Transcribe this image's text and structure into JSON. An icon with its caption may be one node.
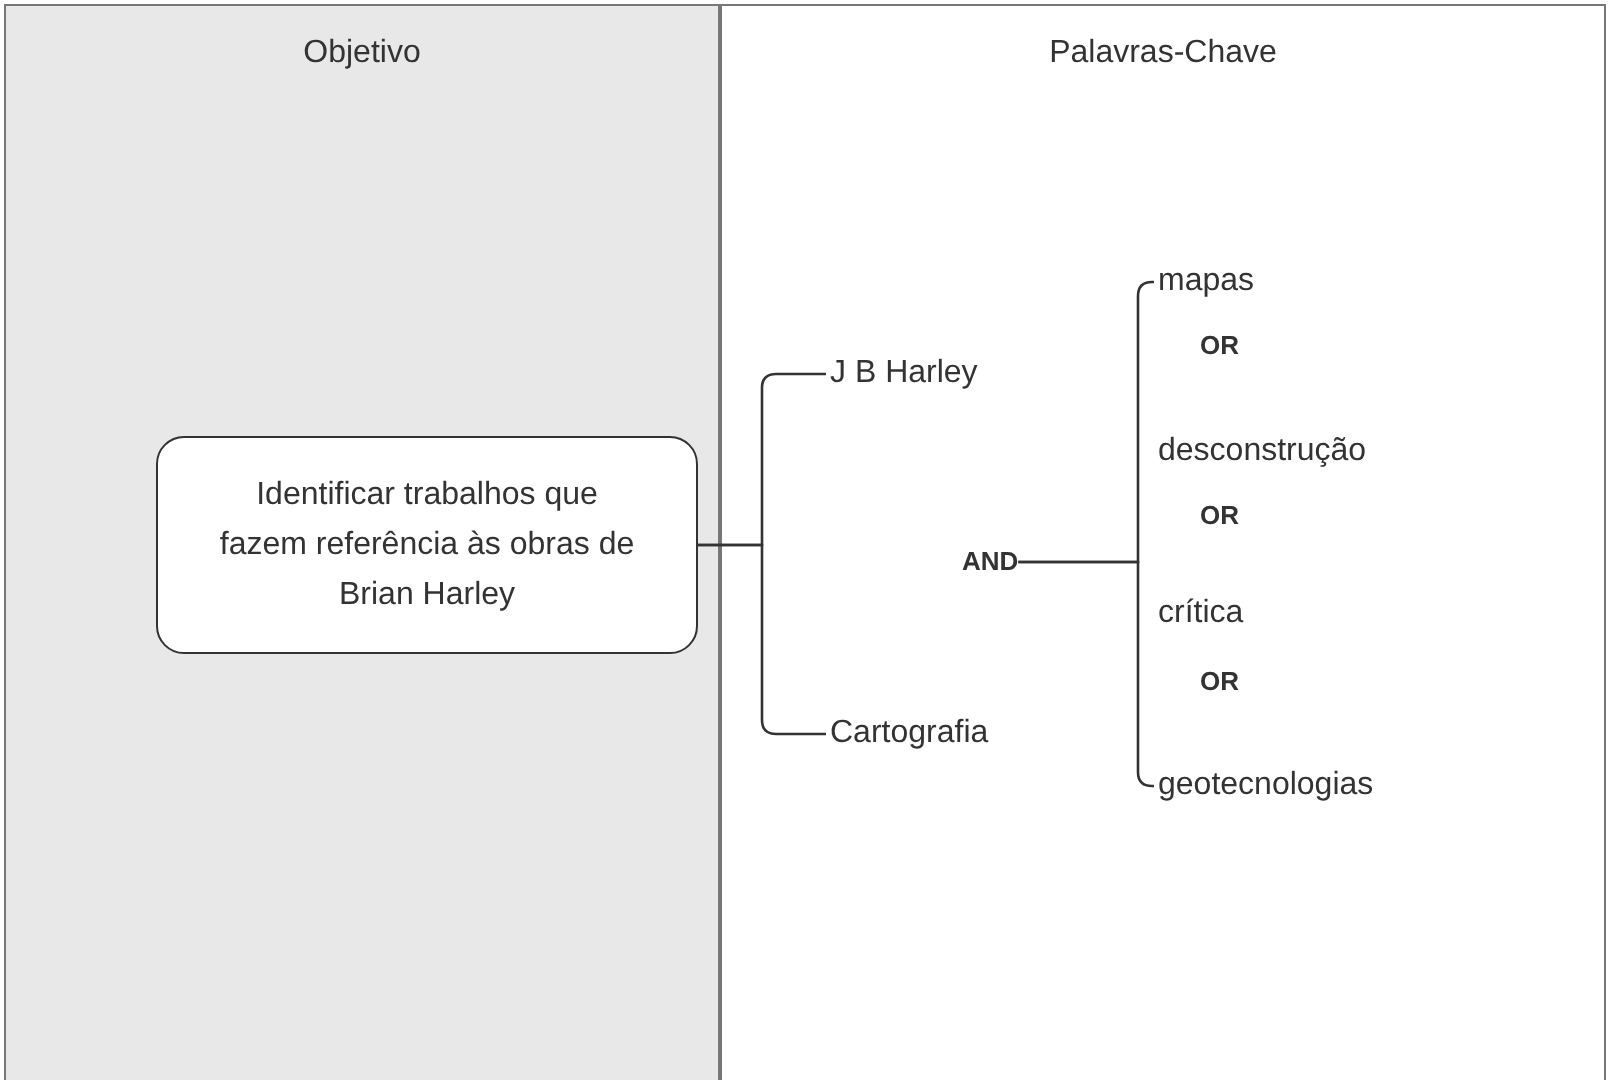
{
  "diagram": {
    "nodes": [
      {
        "text": [
          "Objetivo"
        ]
      },
      {
        "text": [
          "Palavras-Chave"
        ]
      },
      {
        "text": [
          "Identificar trabalhos que fazem referência às obras de Brian Harley"
        ],
        "in": 0
      },
      {
        "text": [
          "J B Harley"
        ],
        "in": 1
      },
      {
        "text": [
          "AND"
        ],
        "in": 1
      },
      {
        "text": [
          "Cartografia"
        ],
        "in": 1
      },
      {
        "text": [
          "mapas"
        ],
        "in": 1
      },
      {
        "text": [
          "desconstrução"
        ],
        "in": 1
      },
      {
        "text": [
          "crítica"
        ],
        "in": 1
      },
      {
        "text": [
          "geotecnologias"
        ],
        "in": 1
      }
    ],
    "edges": [
      {
        "from": 2,
        "to": 3,
        "arrow": "none"
      },
      {
        "from": 2,
        "to": 5,
        "arrow": "none"
      },
      {
        "from": 4,
        "to": 6,
        "arrow": "none"
      },
      {
        "from": 4,
        "to": 9,
        "arrow": "none"
      }
    ],
    "labels": [
      "OR",
      "OR",
      "OR"
    ]
  }
}
